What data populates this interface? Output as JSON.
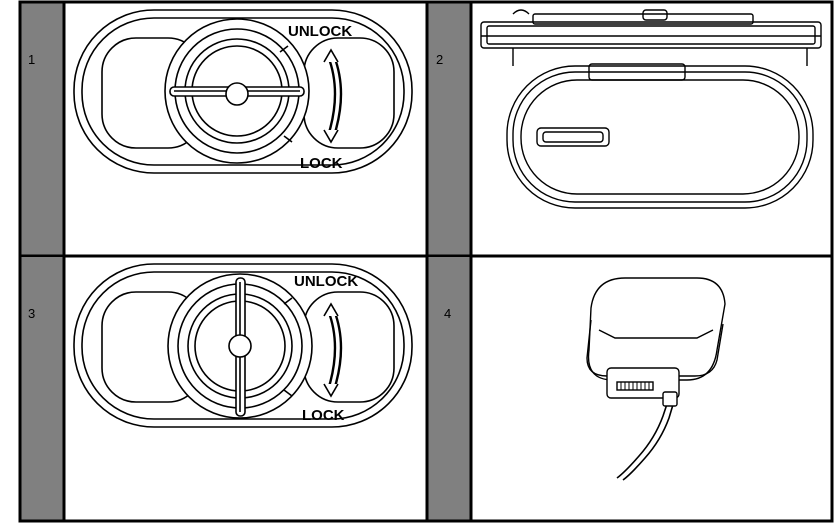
{
  "steps": [
    {
      "number": "1",
      "figure": "dial-unlock-position",
      "labels": {
        "unlock": "UNLOCK",
        "lock": "LOCK"
      }
    },
    {
      "number": "2",
      "figure": "mount-underside"
    },
    {
      "number": "3",
      "figure": "dial-lock-position",
      "labels": {
        "unlock": "UNLOCK",
        "lock": "LOCK"
      }
    },
    {
      "number": "4",
      "figure": "battery-with-cable"
    }
  ],
  "colors": {
    "border": "#000000",
    "number_column": "#808080",
    "panel": "#ffffff"
  }
}
